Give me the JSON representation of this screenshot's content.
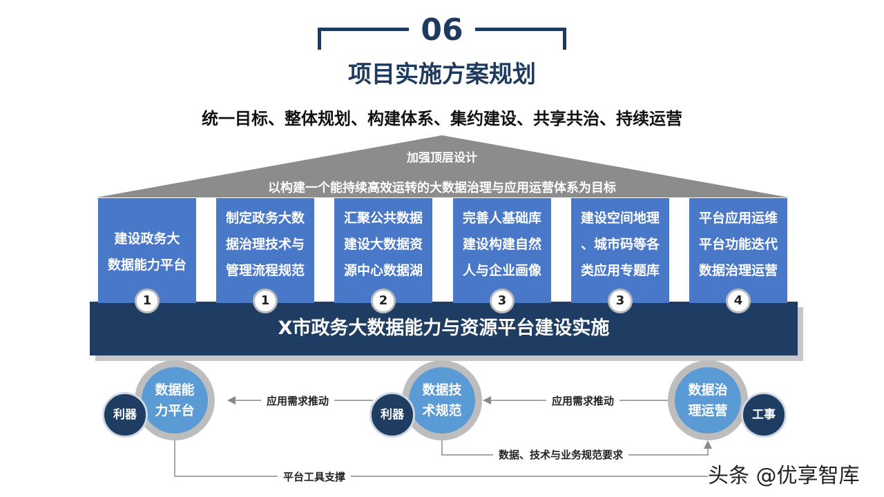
{
  "header": {
    "number": "06",
    "title": "项目实施方案规划",
    "subtitle": "统一目标、整体规划、构建体系、集约建设、共享共治、持续运营"
  },
  "roof": {
    "top": "加强顶层设计",
    "bottom": "以构建一个能持续高效运转的大数据治理与应用运营体系为目标"
  },
  "columns": [
    {
      "lines": [
        "建设政务大",
        "数据能力平台"
      ],
      "badge": "1"
    },
    {
      "lines": [
        "制定政务大数",
        "据治理技术与",
        "管理流程规范"
      ],
      "badge": "1"
    },
    {
      "lines": [
        "汇聚公共数据",
        "建设大数据资",
        "源中心数据湖"
      ],
      "badge": "2"
    },
    {
      "lines": [
        "完善人基础库",
        "建设构建自然",
        "人与企业画像"
      ],
      "badge": "3"
    },
    {
      "lines": [
        "建设空间地理",
        "、城市码等各",
        "类应用专题库"
      ],
      "badge": "3"
    },
    {
      "lines": [
        "平台应用运维",
        "平台功能迭代",
        "数据治理运营"
      ],
      "badge": "4"
    }
  ],
  "base": "X市政务大数据能力与资源平台建设实施",
  "circles": [
    {
      "main": "数据能力平台",
      "small": "利器"
    },
    {
      "main": "数据技术规范",
      "small": "利器"
    },
    {
      "main": "数据治理运营",
      "small": "工事"
    }
  ],
  "flows": {
    "demand1": "应用需求推动",
    "demand2": "应用需求推动",
    "spec": "数据、技术与业务规范要求",
    "tools": "平台工具支撑"
  },
  "watermark": "头条 @优享智库",
  "colors": {
    "navy": "#1f3d63",
    "blue": "#4a78c8",
    "light_blue": "#5b9bd5",
    "gray": "#8c8c8c"
  }
}
